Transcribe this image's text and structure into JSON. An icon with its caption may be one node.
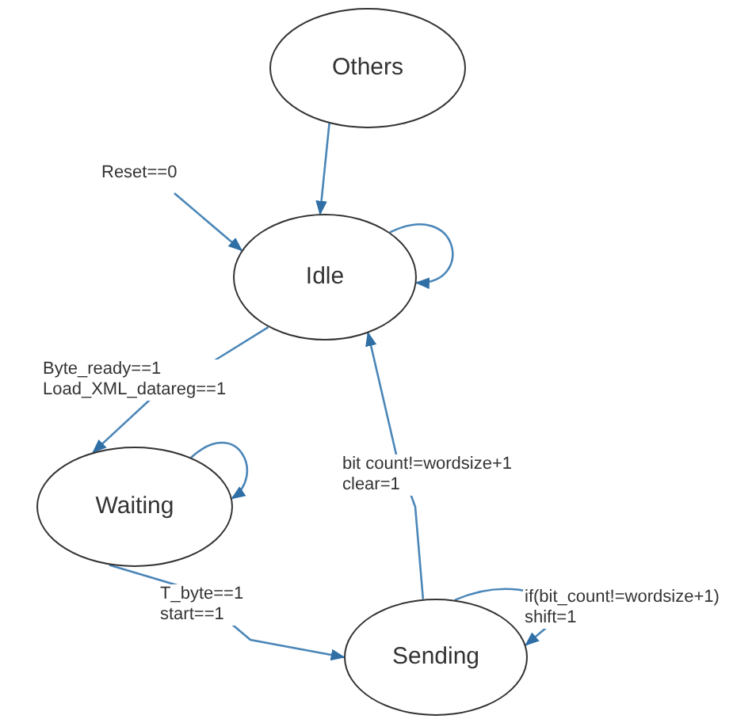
{
  "diagram": {
    "nodes": [
      {
        "text": [
          "Others"
        ]
      },
      {
        "text": [
          "Idle"
        ]
      },
      {
        "text": [
          "Waiting"
        ]
      },
      {
        "text": [
          "Sending"
        ]
      }
    ],
    "edges": [
      {
        "from": 0,
        "to": 1,
        "arrow": "to"
      },
      {
        "from": null,
        "to": 1,
        "arrow": "to",
        "label": "Reset==0"
      },
      {
        "from": 1,
        "to": 1,
        "arrow": "to"
      },
      {
        "from": 1,
        "to": 2,
        "arrow": "to",
        "label": "Byte_ready==1 Load_XML_datareg==1"
      },
      {
        "from": 2,
        "to": 2,
        "arrow": "to"
      },
      {
        "from": 2,
        "to": 3,
        "arrow": "to",
        "label": "T_byte==1 start==1"
      },
      {
        "from": 3,
        "to": 1,
        "arrow": "to",
        "label": "bit count!=wordsize+1 clear=1"
      },
      {
        "from": 3,
        "to": 3,
        "arrow": "to",
        "label": "if(bit_count!=wordsize+1) shift=1"
      }
    ]
  }
}
